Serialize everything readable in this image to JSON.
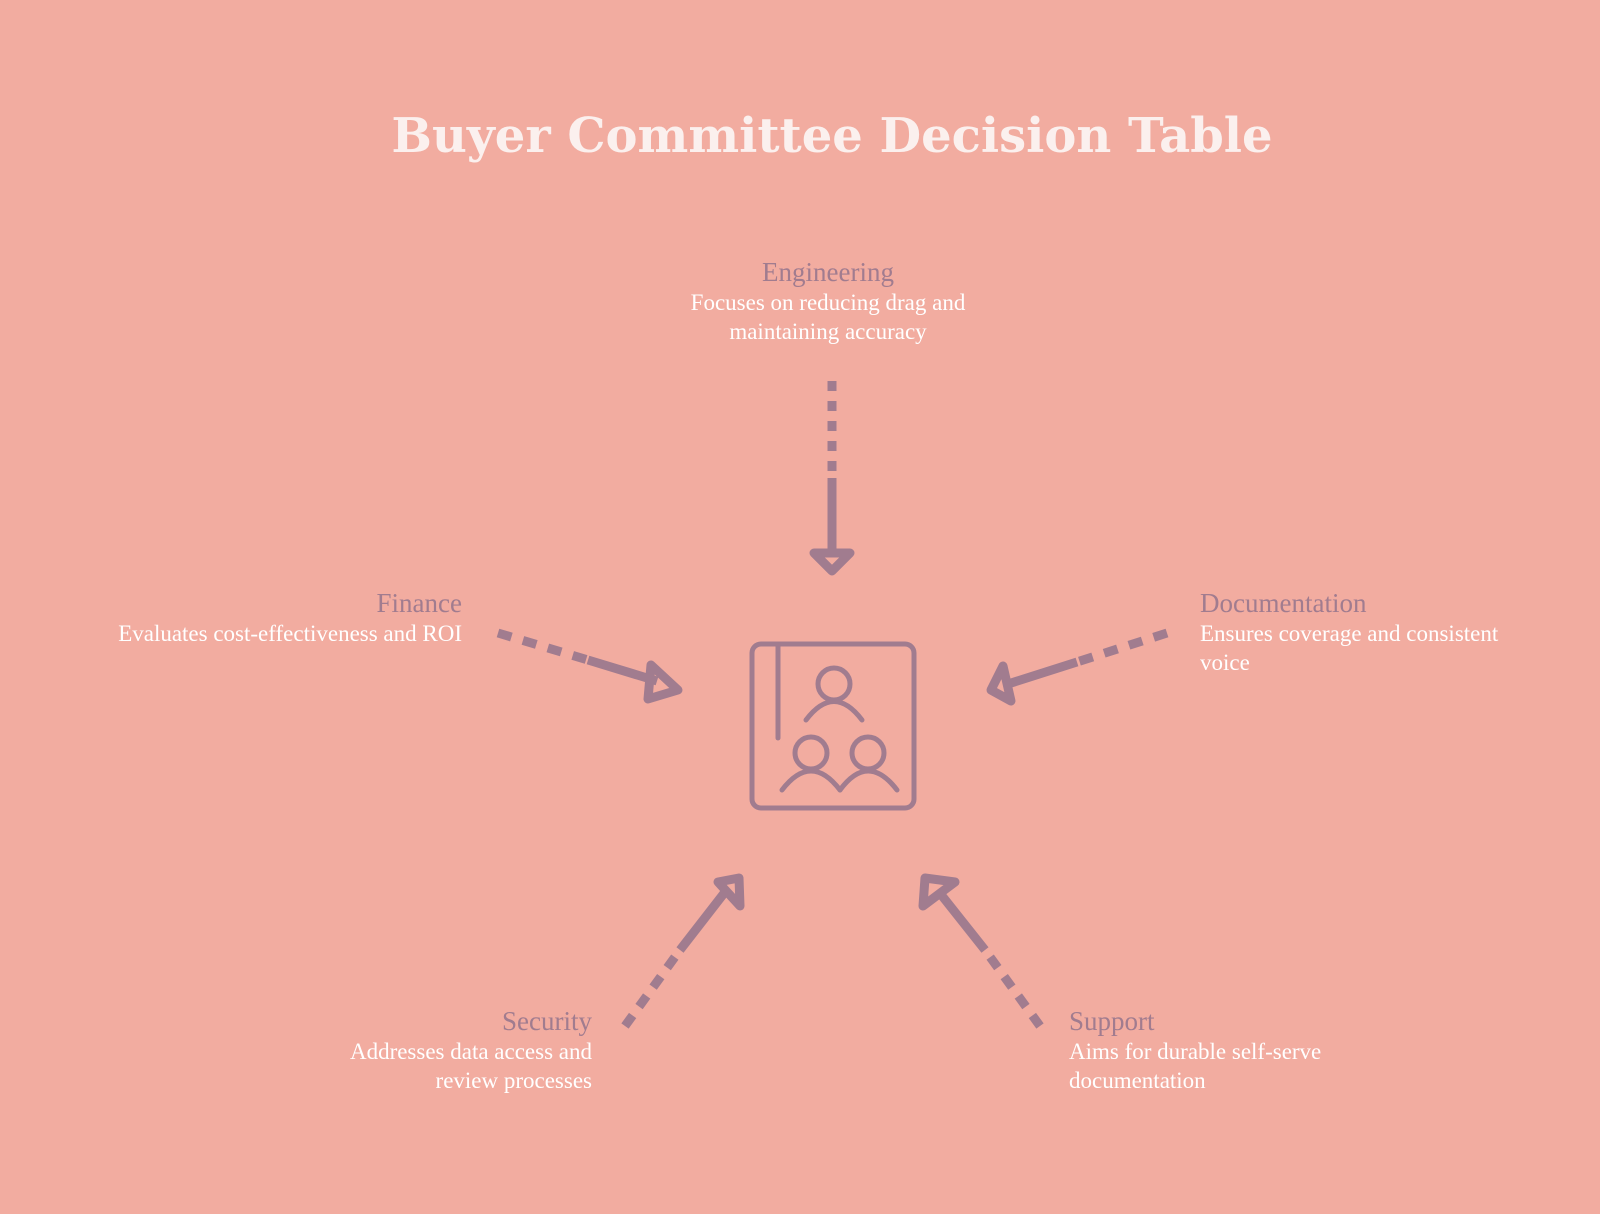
{
  "title": "Buyer Committee Decision Table",
  "colors": {
    "background": "#F2ACA0",
    "accent": "#A17C8F",
    "title": "#FBF0EE",
    "description": "#FFFFFF"
  },
  "center": {
    "icon": "committee-icon"
  },
  "nodes": [
    {
      "id": "engineering",
      "title": "Engineering",
      "description": "Focuses on reducing drag and maintaining accuracy"
    },
    {
      "id": "finance",
      "title": "Finance",
      "description": "Evaluates cost-effectiveness and ROI"
    },
    {
      "id": "documentation",
      "title": "Documentation",
      "description": "Ensures coverage and consistent voice"
    },
    {
      "id": "security",
      "title": "Security",
      "description": "Addresses data access and review processes"
    },
    {
      "id": "support",
      "title": "Support",
      "description": "Aims for durable self-serve documentation"
    }
  ]
}
